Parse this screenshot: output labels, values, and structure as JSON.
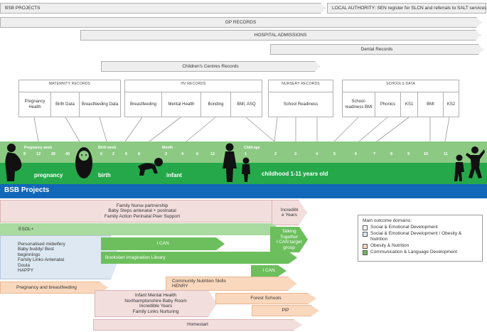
{
  "records": {
    "bsb_projects": "BSB PROJECTS",
    "local_authority": "LOCAL AUTHORITY:  SEN register for SLCN and referrals to SALT services",
    "gp_records": "GP RECORDS",
    "hospital_admissions": "HOSPITAL ADMISSIONS",
    "dental_records": "Dental Records",
    "childrens_centres": "Children's Centres Records"
  },
  "record_groups": {
    "maternity": {
      "title": "MATERNITY RECORDS",
      "cells": [
        "Pregnancy Health",
        "Birth Data",
        "Breastfeeding Data"
      ]
    },
    "hv": {
      "title": "HV RECORDS",
      "cells": [
        "Breastfeeding",
        "Mental Health",
        "Bonding",
        "BMI, ASQ"
      ]
    },
    "nursery": {
      "title": "NURSERY RECORDS",
      "cells": [
        "School Readiness"
      ]
    },
    "schools": {
      "title": "SCHOOLS DATA",
      "cells": [
        "School-readiness BMI",
        "Phonics",
        "KS1",
        "BMI",
        "KS2"
      ]
    }
  },
  "timeline": {
    "pregnancy_week_label": "Pregnancy week",
    "pregnancy_weeks": [
      "8",
      "12",
      "26",
      "40"
    ],
    "birth_week_label": "Birth week",
    "birth_weeks": [
      "0",
      "2",
      "6",
      "8"
    ],
    "month_label": "Month",
    "months": [
      "3",
      "4",
      "6",
      "12"
    ],
    "child_age_label": "Child age",
    "child_ages": [
      "1",
      "2",
      "3",
      "4",
      "5",
      "6",
      "7",
      "8",
      "9",
      "10",
      "11"
    ],
    "stages": {
      "pregnancy": "pregnancy",
      "birth": "birth",
      "infant": "infant",
      "childhood": "childhood 1-11 years old"
    }
  },
  "projects_title": "BSB Projects",
  "projects": {
    "fnp": [
      "Family Nurse partnership",
      "Baby Steps antenatal + postnatal",
      "Family Action Perinatal Peer Support"
    ],
    "incredible_years_1": [
      "Incredibl",
      "e Years"
    ],
    "esol": "ESOL+",
    "talking_together": [
      "Talking",
      "Together",
      "I CAN target",
      "group"
    ],
    "midwifery": [
      "Personalised midwifery",
      "Baby buddy/ Best",
      "beginnings",
      "Family Links Antenatal",
      "Doula",
      "HAPPY"
    ],
    "ican_1": "I CAN",
    "bookstart": "Bookstart Imagination Library",
    "ican_2": "I CAN",
    "pregnancy_breastfeeding": "Pregnancy and breastfeeding",
    "community_nutrition": [
      "Community Nutrition Skills",
      "HENRY"
    ],
    "infant_mental_health": [
      "Infant Mental Health",
      "Northamptonshire Baby Room",
      "Incredible Years",
      "Family Links Nurturing"
    ],
    "forest_schools": "Forest Schools",
    "pip": "PiP",
    "homestart": "Homestart"
  },
  "legend": {
    "title": "Main outcome domains:",
    "items": [
      {
        "label": "Social & Emotional Development",
        "color": "#ffffff"
      },
      {
        "label": "Social & Emotional Development / Obesity & Nutrition",
        "color": "#dde8f3"
      },
      {
        "label": "Obesity & Nutrition",
        "color": "#fad8bd"
      },
      {
        "label": "Communication & Language Development",
        "color": "#6cbf5c"
      }
    ]
  },
  "colors": {
    "band_light": "#8cca84",
    "band_dark": "#25a84a",
    "band_blue": "#1167b8"
  }
}
